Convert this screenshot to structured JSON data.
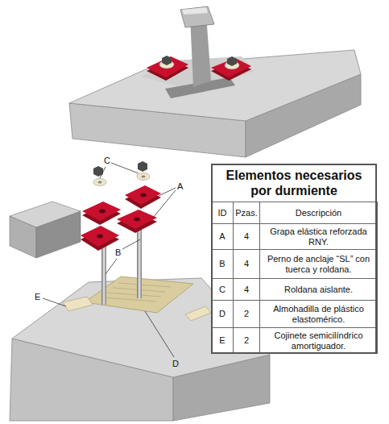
{
  "diagram": {
    "title": "Elementos necesarios por durmiente",
    "labels": [
      "C",
      "A",
      "B",
      "E",
      "D",
      "ID",
      "Pzas.",
      "Descripción",
      "A",
      "4",
      "Grapa elástica reforzada RNY.",
      "B",
      "4",
      "Perno de anclaje “SL” con tuerca y roldana.",
      "C",
      "4",
      "Roldana aislante.",
      "D",
      "2",
      "Almohadilla de plástico elastomérico.",
      "E",
      "2",
      "Cojinete semicilíndrico amortiguador."
    ]
  }
}
